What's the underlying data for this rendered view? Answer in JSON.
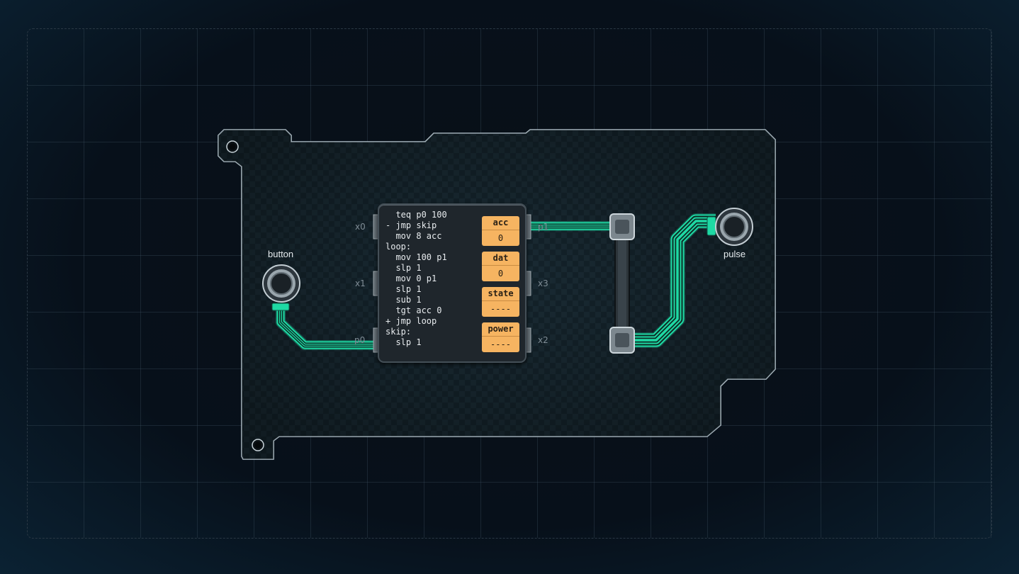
{
  "board": {
    "input_label": "button",
    "output_label": "pulse"
  },
  "controller": {
    "pins": {
      "x0": "x0",
      "x1": "x1",
      "p0": "p0",
      "p1": "p1",
      "x3": "x3",
      "x2": "x2"
    },
    "code": [
      "  teq p0 100",
      "- jmp skip",
      "  mov 8 acc",
      "loop:",
      "  mov 100 p1",
      "  slp 1",
      "  mov 0 p1",
      "  slp 1",
      "  sub 1",
      "  tgt acc 0",
      "+ jmp loop",
      "skip:",
      "  slp 1"
    ],
    "registers": [
      {
        "name": "acc",
        "value": "0"
      },
      {
        "name": "dat",
        "value": "0"
      },
      {
        "name": "state",
        "value": "----"
      },
      {
        "name": "power",
        "value": "----"
      }
    ]
  },
  "colors": {
    "wire": "#1ed9a4",
    "register_bg": "#f6b461",
    "chip_bg": "#1f262c"
  }
}
